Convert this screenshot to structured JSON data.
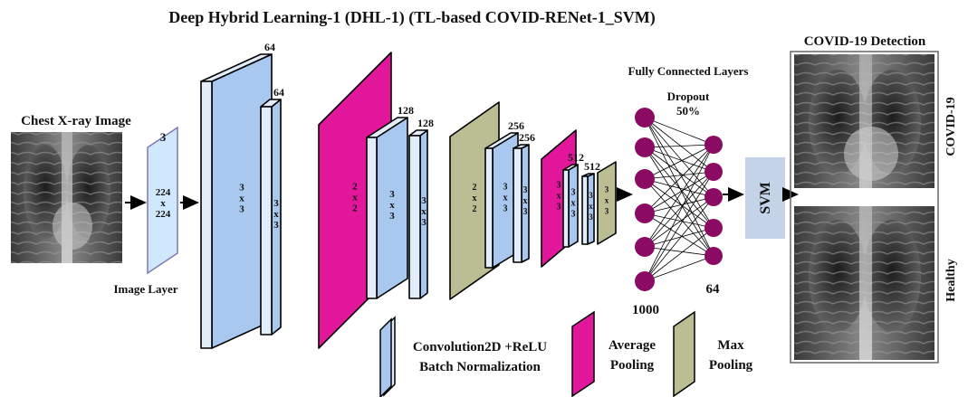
{
  "title": "Deep Hybrid Learning-1 (DHL-1) (TL-based COVID-RENet-1_SVM)",
  "input": {
    "label": "Chest X-ray Image",
    "image_layer_label": "Image Layer",
    "channels": "3",
    "size_top": "224",
    "size_x": "x",
    "size_bottom": "224"
  },
  "layers": [
    {
      "kind": "conv",
      "channels": "64",
      "kernel": [
        "3",
        "x",
        "3"
      ]
    },
    {
      "kind": "conv",
      "channels": "64",
      "kernel": [
        "3",
        "x",
        "3"
      ]
    },
    {
      "kind": "avgpool",
      "channels": "",
      "kernel": [
        "2",
        "x",
        "2"
      ]
    },
    {
      "kind": "conv",
      "channels": "128",
      "kernel": [
        "3",
        "x",
        "3"
      ]
    },
    {
      "kind": "conv",
      "channels": "128",
      "kernel": [
        "3",
        "x",
        "3"
      ]
    },
    {
      "kind": "maxpool",
      "channels": "",
      "kernel": [
        "2",
        "x",
        "2"
      ]
    },
    {
      "kind": "conv",
      "channels": "256",
      "kernel": [
        "3",
        "x",
        "3"
      ]
    },
    {
      "kind": "conv",
      "channels": "256",
      "kernel": [
        "3",
        "x",
        "3"
      ]
    },
    {
      "kind": "avgpool",
      "channels": "",
      "kernel": [
        "3",
        "x",
        "3"
      ]
    },
    {
      "kind": "conv",
      "channels": "512",
      "kernel": [
        "3",
        "x",
        "3"
      ]
    },
    {
      "kind": "conv",
      "channels": "512",
      "kernel": [
        "3",
        "x",
        "3"
      ]
    },
    {
      "kind": "maxpool",
      "channels": "",
      "kernel": [
        "3",
        "x",
        "3"
      ]
    }
  ],
  "fc": {
    "title": "Fully Connected Layers",
    "dropout_label": "Dropout",
    "dropout_value": "50%",
    "n1": "1000",
    "n2": "64"
  },
  "svm_label": "SVM",
  "detection": {
    "title": "COVID-19 Detection",
    "class_top": "COVID-19",
    "class_bottom": "Healthy"
  },
  "legend": {
    "conv_line1": "Convolution2D +ReLU",
    "conv_line2": "Batch Normalization",
    "avg_line1": "Average",
    "avg_line2": "Pooling",
    "max_line1": "Max",
    "max_line2": "Pooling"
  },
  "colors": {
    "conv_front": "#a9c8ef",
    "conv_front_dark": "#6fa7e6",
    "conv_side": "#e2edf9",
    "avgpool": "#e1169a",
    "avgpool_side": "#f7a6d6",
    "maxpool": "#bbbd92",
    "maxpool_side": "#e6e7cf",
    "neuron": "#8b0a63",
    "svm_box": "#c5d3e8",
    "image_layer": "#cfe8fb",
    "image_layer_edge": "#7c79b6"
  }
}
